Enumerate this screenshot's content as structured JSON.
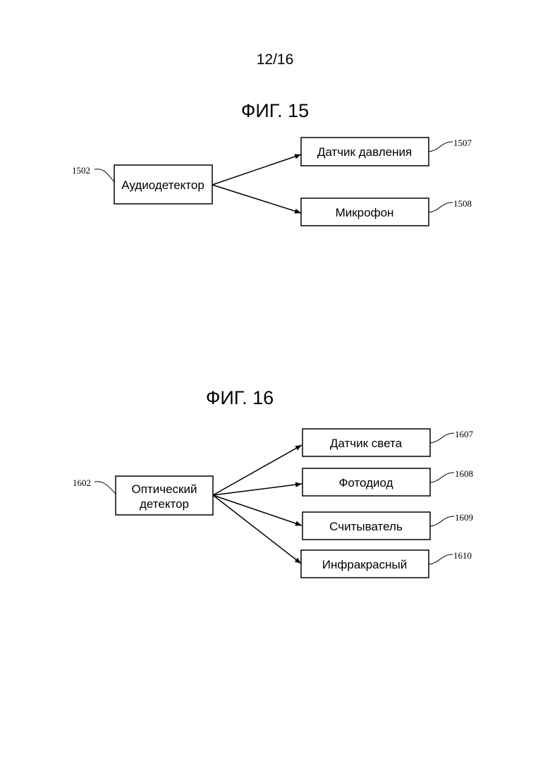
{
  "page_number": "12/16",
  "fig15": {
    "title": "ФИГ. 15",
    "source": {
      "label": "Аудиодетектор",
      "ref": "1502"
    },
    "targets": [
      {
        "label": "Датчик давления",
        "ref": "1507"
      },
      {
        "label": "Микрофон",
        "ref": "1508"
      }
    ]
  },
  "fig16": {
    "title": "ФИГ. 16",
    "source": {
      "label_line1": "Оптический",
      "label_line2": "детектор",
      "ref": "1602"
    },
    "targets": [
      {
        "label": "Датчик света",
        "ref": "1607"
      },
      {
        "label": "Фотодиод",
        "ref": "1608"
      },
      {
        "label": "Считыватель",
        "ref": "1609"
      },
      {
        "label": "Инфракрасный",
        "ref": "1610"
      }
    ]
  }
}
